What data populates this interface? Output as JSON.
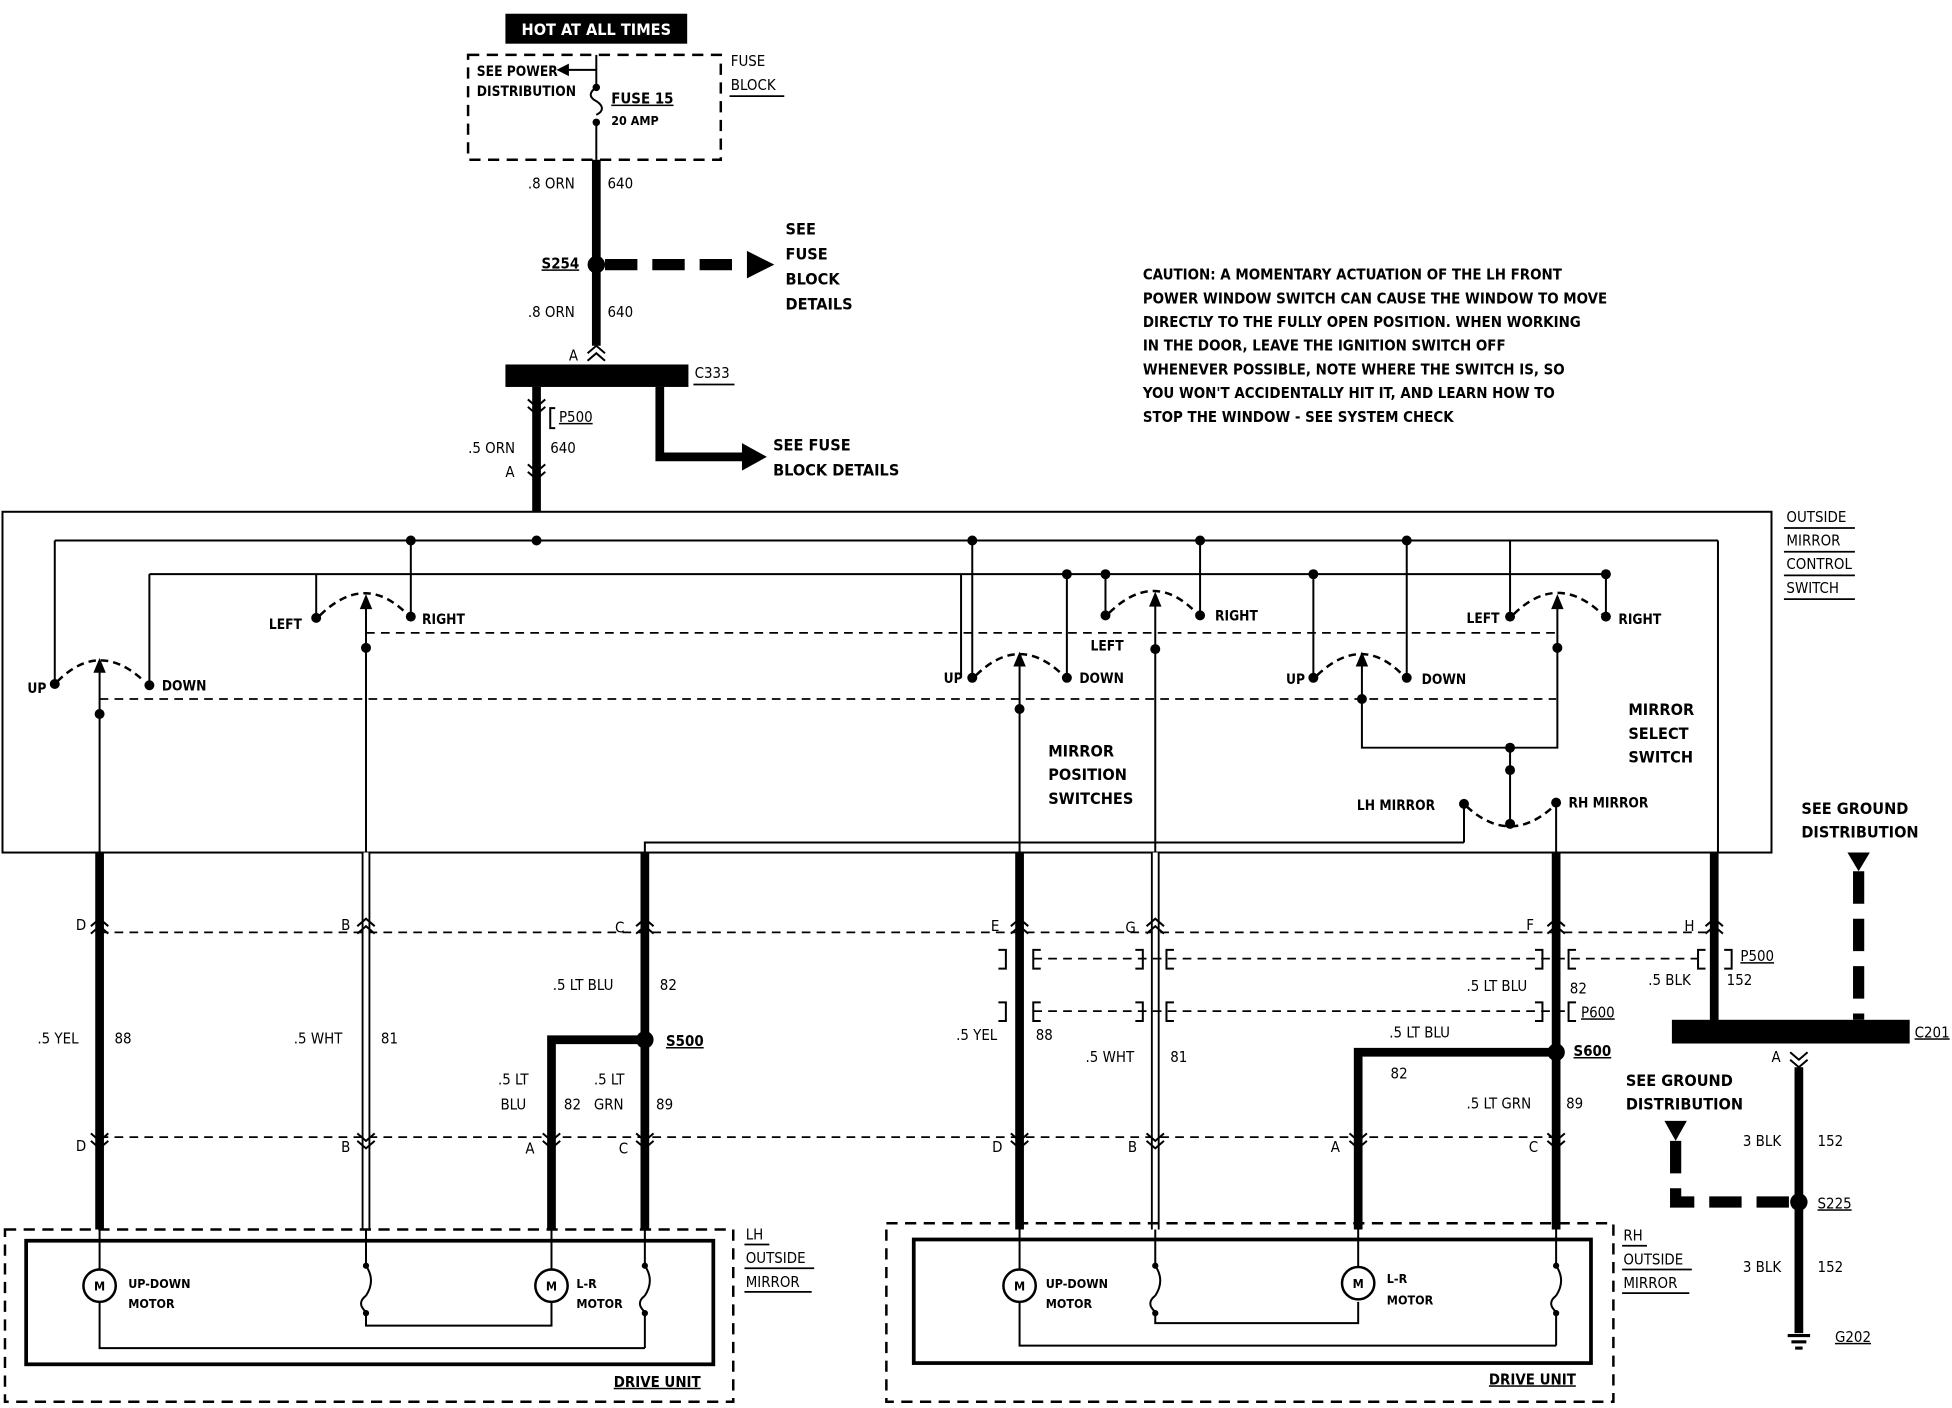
{
  "power_source": {
    "hot_label": "HOT AT ALL TIMES",
    "see_power_distribution": [
      "SEE POWER",
      "DISTRIBUTION"
    ],
    "fuse_name": "FUSE 15",
    "fuse_rating": "20 AMP",
    "fuse_block_label": [
      "FUSE",
      "BLOCK"
    ]
  },
  "feed": {
    "wire_upper_size": ".8 ORN",
    "wire_upper_circuit": "640",
    "splice": "S254",
    "see_fuse_block_details_1": [
      "SEE",
      "FUSE",
      "BLOCK",
      "DETAILS"
    ],
    "wire_lower_size": ".8 ORN",
    "wire_lower_circuit": "640",
    "connector_c333_pin": "A",
    "connector_c333": "C333",
    "connector_p500": "P500",
    "see_fuse_block_details_2": [
      "SEE FUSE",
      "BLOCK DETAILS"
    ],
    "wire_switch_size": ".5 ORN",
    "wire_switch_circuit": "640",
    "switch_pin": "A"
  },
  "caution_lines": [
    "CAUTION:  A MOMENTARY ACTUATION OF THE LH FRONT",
    "POWER  WINDOW SWITCH CAN CAUSE THE WINDOW TO MOVE",
    "DIRECTLY TO THE FULLY OPEN POSITION.  WHEN WORKING",
    "IN THE DOOR, LEAVE THE IGNITION SWITCH OFF",
    "WHENEVER POSSIBLE, NOTE WHERE THE SWITCH IS, SO",
    "YOU WON'T ACCIDENTALLY HIT IT, AND LEARN HOW TO",
    "STOP THE WINDOW - SEE SYSTEM CHECK"
  ],
  "control_switch": {
    "label": [
      "OUTSIDE",
      "MIRROR",
      "CONTROL",
      "SWITCH"
    ],
    "left": "LEFT",
    "right": "RIGHT",
    "up": "UP",
    "down": "DOWN",
    "mirror_position_switches": [
      "MIRROR",
      "POSITION",
      "SWITCHES"
    ],
    "mirror_select_switch": [
      "MIRROR",
      "SELECT",
      "SWITCH"
    ],
    "lh_mirror": "LH  MIRROR",
    "rh_mirror": "RH MIRROR"
  },
  "lh_wiring": {
    "pins_top": [
      "D",
      "B",
      "C"
    ],
    "pins_bottom": [
      "D",
      "B",
      "A",
      "C"
    ],
    "wire_d_size": ".5 YEL",
    "wire_d_circuit": "88",
    "wire_b_size": ".5 WHT",
    "wire_b_circuit": "81",
    "wire_c_size": ".5 LT BLU",
    "wire_c_circuit": "82",
    "splice": "S500",
    "wire_a_size": [
      ".5 LT",
      "BLU"
    ],
    "wire_a_circuit": "82",
    "wire_c2_size": [
      ".5 LT",
      "GRN"
    ],
    "wire_c2_circuit": "89"
  },
  "rh_wiring": {
    "pins_top": [
      "E",
      "G",
      "F",
      "H"
    ],
    "pins_bottom": [
      "D",
      "B",
      "A",
      "C"
    ],
    "wire_e_size": ".5 YEL",
    "wire_e_circuit": "88",
    "wire_g_size": ".5 WHT",
    "wire_g_circuit": "81",
    "wire_f_size": ".5 LT BLU",
    "wire_f_circuit": "82",
    "connector_p600": "P600",
    "splice": "S600",
    "wire_a_size": ".5 LT BLU",
    "wire_a_circuit": "82",
    "wire_c_size": ".5 LT GRN",
    "wire_c_circuit": "89",
    "wire_h_size": ".5 BLK",
    "wire_h_circuit": "152",
    "connector_p500": "P500"
  },
  "ground": {
    "see_ground_distribution_1": [
      "SEE GROUND",
      "DISTRIBUTION"
    ],
    "connector": "C201",
    "pin": "A",
    "see_ground_distribution_2": [
      "SEE GROUND",
      "DISTRIBUTION"
    ],
    "wire1_size": "3 BLK",
    "wire1_circuit": "152",
    "splice": "S225",
    "wire2_size": "3 BLK",
    "wire2_circuit": "152",
    "ground_point": "G202"
  },
  "lh_mirror": {
    "label": [
      "LH",
      "OUTSIDE",
      "MIRROR"
    ],
    "motor_symbol": "M",
    "up_down_motor": [
      "UP-DOWN",
      "MOTOR"
    ],
    "lr_motor": [
      "L-R",
      "MOTOR"
    ],
    "drive_unit": "DRIVE UNIT"
  },
  "rh_mirror": {
    "label": [
      "RH",
      "OUTSIDE",
      "MIRROR"
    ],
    "motor_symbol": "M",
    "up_down_motor": [
      "UP-DOWN",
      "MOTOR"
    ],
    "lr_motor": [
      "L-R",
      "MOTOR"
    ],
    "drive_unit": "DRIVE UNIT"
  }
}
